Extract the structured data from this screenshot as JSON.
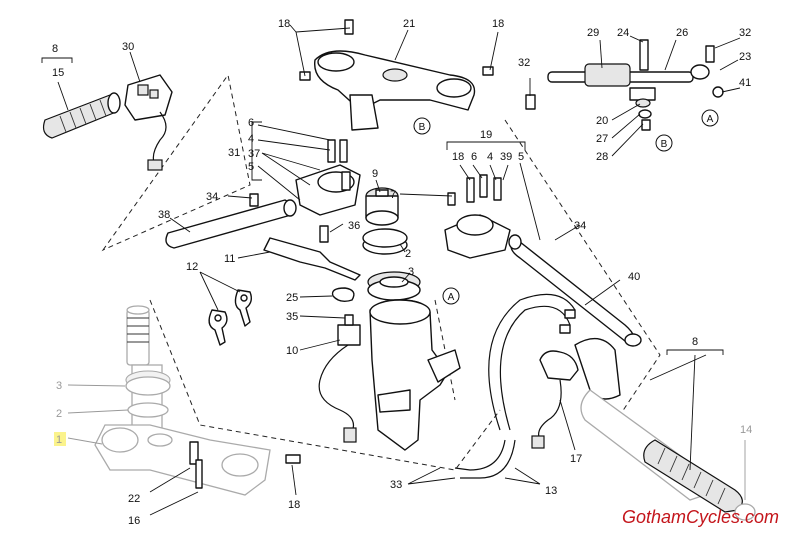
{
  "callouts": {
    "p1": "1",
    "p2": "2",
    "p3": "3",
    "p8a": "8",
    "p8b": "8",
    "p15": "15",
    "p30": "30",
    "p18a": "18",
    "p18b": "18",
    "p18c": "18",
    "p18d": "18",
    "p21": "21",
    "p29": "29",
    "p24": "24",
    "p26": "26",
    "p32a": "32",
    "p32b": "32",
    "p23": "23",
    "p41": "41",
    "p20": "20",
    "p27": "27",
    "p28": "28",
    "p31": "31",
    "p6a": "6",
    "p4a": "4",
    "p37": "37",
    "p5a": "5",
    "p19": "19",
    "p6b": "6",
    "p4b": "4",
    "p39": "39",
    "p5b": "5",
    "p9": "9",
    "p7": "7",
    "p34a": "34",
    "p34b": "34",
    "p38": "38",
    "p36": "36",
    "p2b": "2",
    "p3b": "3",
    "p11": "11",
    "p12": "12",
    "p25": "25",
    "p35": "35",
    "p10": "10",
    "p40": "40",
    "p22": "22",
    "p16": "16",
    "p17": "17",
    "p33": "33",
    "p13": "13",
    "p14": "14"
  },
  "refs": {
    "a": "A",
    "b": "B"
  },
  "watermark": "GothamCycles.com",
  "colors": {
    "highlight": "#fbf38c",
    "watermark": "#c4161c",
    "ghost": "#999999"
  }
}
